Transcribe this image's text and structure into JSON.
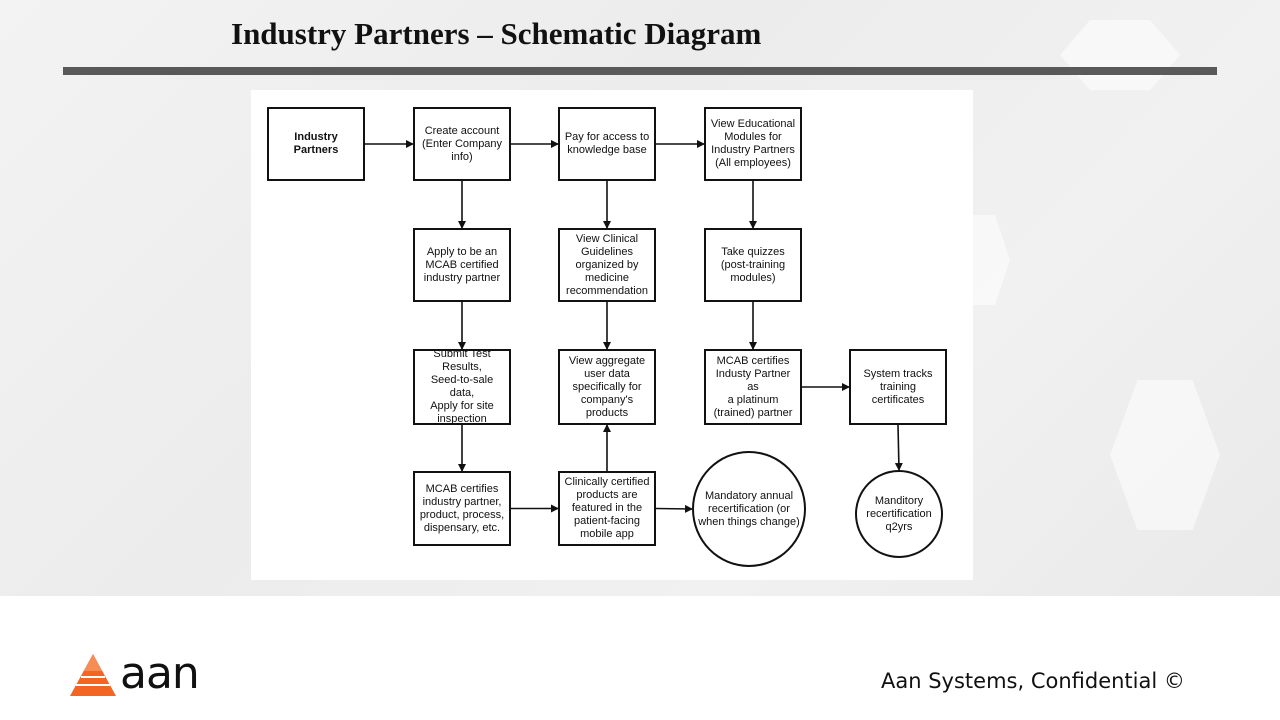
{
  "slide": {
    "title": "Industry Partners – Schematic Diagram",
    "footer": "Aan Systems, Confidential ©",
    "logo_text": "aan",
    "logo_color": "#f26522",
    "rule_color": "#595959"
  },
  "diagram": {
    "nodes": [
      {
        "id": "industry-partners",
        "label": "Industry Partners",
        "shape": "rect",
        "bold": true
      },
      {
        "id": "create-account",
        "label": "Create account\n(Enter Company\ninfo)",
        "shape": "rect"
      },
      {
        "id": "pay-access",
        "label": "Pay for access to\nknowledge base",
        "shape": "rect"
      },
      {
        "id": "view-modules",
        "label": "View Educational\nModules for\nIndustry Partners\n(All employees)",
        "shape": "rect"
      },
      {
        "id": "apply-certified",
        "label": "Apply to be an\nMCAB certified\nindustry partner",
        "shape": "rect"
      },
      {
        "id": "view-guidelines",
        "label": "View Clinical\nGuidelines\norganized by\nmedicine\nrecommendation",
        "shape": "rect"
      },
      {
        "id": "take-quizzes",
        "label": "Take quizzes\n(post-training\nmodules)",
        "shape": "rect"
      },
      {
        "id": "submit-results",
        "label": "Submit Test\nResults,\nSeed-to-sale data,\nApply for site\ninspection",
        "shape": "rect"
      },
      {
        "id": "view-aggregate",
        "label": "View aggregate\nuser data\nspecifically for\ncompany's\nproducts",
        "shape": "rect"
      },
      {
        "id": "mcab-platinum",
        "label": "MCAB certifies\nIndusty Partner as\na platinum\n(trained) partner",
        "shape": "rect"
      },
      {
        "id": "system-tracks",
        "label": "System tracks\ntraining certificates",
        "shape": "rect"
      },
      {
        "id": "mcab-certifies",
        "label": "MCAB certifies\nindustry partner,\nproduct, process,\ndispensary, etc.",
        "shape": "rect"
      },
      {
        "id": "clinically-certified",
        "label": "Clinically certified\nproducts are\nfeatured in the\npatient-facing\nmobile app",
        "shape": "rect"
      },
      {
        "id": "annual-recert",
        "label": "Mandatory annual\nrecertification (or\nwhen things change)",
        "shape": "circle"
      },
      {
        "id": "manditory-recert",
        "label": "Manditory\nrecertification\nq2yrs",
        "shape": "circle"
      }
    ],
    "edges": [
      {
        "from": "industry-partners",
        "to": "create-account"
      },
      {
        "from": "create-account",
        "to": "pay-access"
      },
      {
        "from": "pay-access",
        "to": "view-modules"
      },
      {
        "from": "create-account",
        "to": "apply-certified"
      },
      {
        "from": "pay-access",
        "to": "view-guidelines"
      },
      {
        "from": "view-modules",
        "to": "take-quizzes"
      },
      {
        "from": "apply-certified",
        "to": "submit-results"
      },
      {
        "from": "view-guidelines",
        "to": "view-aggregate"
      },
      {
        "from": "take-quizzes",
        "to": "mcab-platinum"
      },
      {
        "from": "mcab-platinum",
        "to": "system-tracks"
      },
      {
        "from": "submit-results",
        "to": "mcab-certifies"
      },
      {
        "from": "mcab-certifies",
        "to": "clinically-certified"
      },
      {
        "from": "clinically-certified",
        "to": "view-aggregate"
      },
      {
        "from": "clinically-certified",
        "to": "annual-recert"
      },
      {
        "from": "system-tracks",
        "to": "manditory-recert"
      }
    ]
  }
}
